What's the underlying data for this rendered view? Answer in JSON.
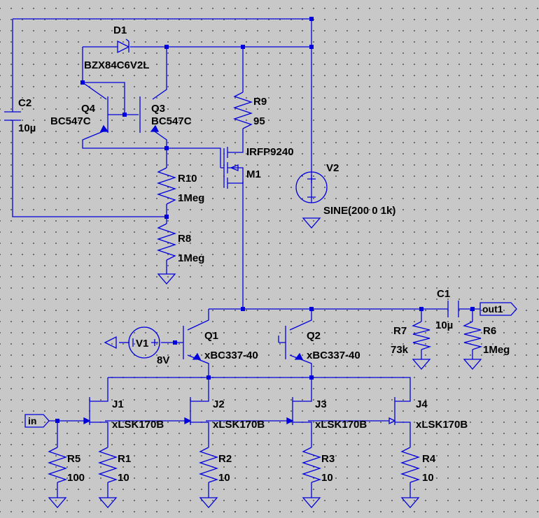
{
  "components": {
    "D1": {
      "ref": "D1",
      "value": "BZX84C6V2L"
    },
    "C2": {
      "ref": "C2",
      "value": "10µ"
    },
    "Q4": {
      "ref": "Q4",
      "value": "BC547C"
    },
    "Q3": {
      "ref": "Q3",
      "value": "BC547C"
    },
    "R9": {
      "ref": "R9",
      "value": "95"
    },
    "M1": {
      "ref": "M1",
      "value": "IRFP9240"
    },
    "R10": {
      "ref": "R10",
      "value": "1Meg"
    },
    "R8": {
      "ref": "R8",
      "value": "1Meg"
    },
    "V2": {
      "ref": "V2",
      "value": "SINE(200 0 1k)"
    },
    "V1": {
      "ref": "V1",
      "value": "8V"
    },
    "Q1": {
      "ref": "Q1",
      "value": "xBC337-40"
    },
    "Q2": {
      "ref": "Q2",
      "value": "xBC337-40"
    },
    "C1": {
      "ref": "C1",
      "value": "10µ"
    },
    "R7": {
      "ref": "R7",
      "value": "73k"
    },
    "R6": {
      "ref": "R6",
      "value": "1Meg"
    },
    "J1": {
      "ref": "J1",
      "value": "xLSK170B"
    },
    "J2": {
      "ref": "J2",
      "value": "xLSK170B"
    },
    "J3": {
      "ref": "J3",
      "value": "xLSK170B"
    },
    "J4": {
      "ref": "J4",
      "value": "xLSK170B"
    },
    "R5": {
      "ref": "R5",
      "value": "100"
    },
    "R1": {
      "ref": "R1",
      "value": "10"
    },
    "R2": {
      "ref": "R2",
      "value": "10"
    },
    "R3": {
      "ref": "R3",
      "value": "10"
    },
    "R4": {
      "ref": "R4",
      "value": "10"
    }
  },
  "net_labels": {
    "input": "in",
    "output": "out1"
  },
  "colors": {
    "wire": "#0000dc",
    "text": "#000000",
    "background": "#c8c8c8",
    "grid_dot": "#5a5a5a"
  }
}
